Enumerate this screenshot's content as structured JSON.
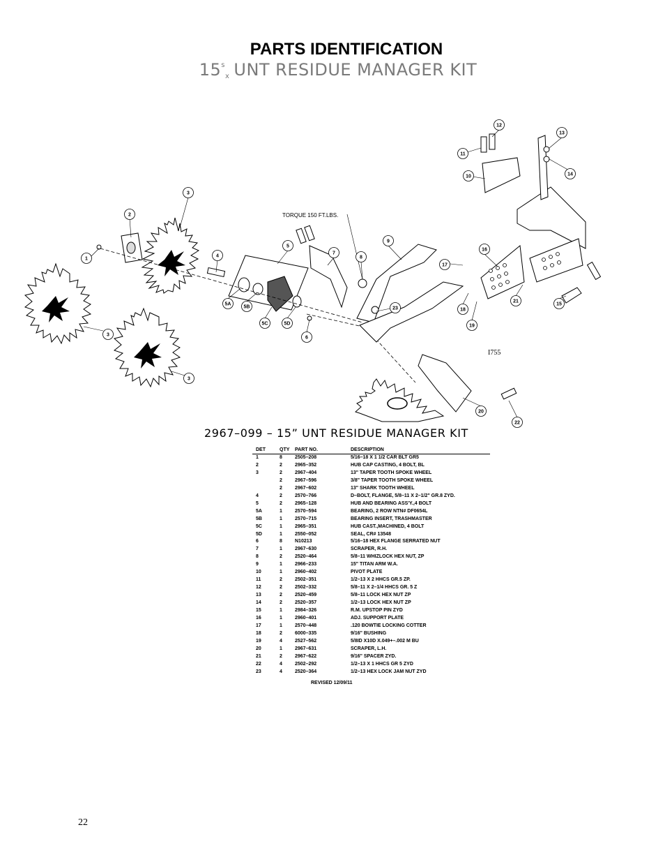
{
  "header": {
    "title": "PARTS IDENTIFICATION",
    "subtitle_main": "15",
    "subtitle_sup": "s",
    "subtitle_sub": "x",
    "subtitle_rest": "UNT RESIDUE MANAGER KIT"
  },
  "diagram": {
    "torque_note": "TORQUE 150 FT.LBS.",
    "drawing_id": "I755",
    "callouts": [
      "1",
      "2",
      "3",
      "3",
      "3",
      "4",
      "5",
      "5A",
      "5B",
      "5C",
      "5D",
      "6",
      "7",
      "8",
      "9",
      "10",
      "11",
      "12",
      "13",
      "14",
      "15",
      "16",
      "17",
      "18",
      "19",
      "20",
      "21",
      "22",
      "23"
    ]
  },
  "kit_title": "2967–099 – 15” UNT RESIDUE MANAGER KIT",
  "table": {
    "headers": [
      "DET",
      "QTY",
      "PART NO.",
      "DESCRIPTION"
    ],
    "rows": [
      [
        "1",
        "8",
        "2505–208",
        "5/16–18 X 1 1/2 CAR BLT GR5"
      ],
      [
        "2",
        "2",
        "2965–352",
        "HUB CAP CASTING, 4 BOLT, BL"
      ],
      [
        "3",
        "2",
        "2967–404",
        "13\" TAPER TOOTH SPOKE WHEEL"
      ],
      [
        "",
        "2",
        "2967–596",
        "3/8\" TAPER TOOTH SPOKE WHEEL"
      ],
      [
        "",
        "2",
        "2967–602",
        "13\" SHARK TOOTH WHEEL"
      ],
      [
        "4",
        "2",
        "2570–766",
        "D–BOLT, FLANGE, 5/8–11 X 2–1/2\" GR.8 ZYD."
      ],
      [
        "5",
        "2",
        "2965–128",
        "HUB AND BEARING ASS'Y.,4 BOLT"
      ],
      [
        "5A",
        "1",
        "2570–594",
        "BEARING, 2 ROW NTN# DF0654L"
      ],
      [
        "5B",
        "1",
        "2570–715",
        "BEARING INSERT, TRASHMASTER"
      ],
      [
        "5C",
        "1",
        "2965–351",
        "HUB CAST.,MACHINED, 4 BOLT"
      ],
      [
        "5D",
        "1",
        "2550–052",
        "SEAL, CR# 13548"
      ],
      [
        "6",
        "8",
        "N10213",
        "5/16–18 HEX FLANGE SERRATED NUT"
      ],
      [
        "7",
        "1",
        "2967–630",
        "SCRAPER, R.H."
      ],
      [
        "8",
        "2",
        "2520–464",
        "5/8–11 WHIZLOCK HEX NUT, ZP"
      ],
      [
        "9",
        "1",
        "2966–233",
        "15\" TITAN ARM W.A."
      ],
      [
        "10",
        "1",
        "2960–402",
        "PIVOT PLATE"
      ],
      [
        "11",
        "2",
        "2502–351",
        "1/2–13 X 2 HHCS GR.5 ZP."
      ],
      [
        "12",
        "2",
        "2502–332",
        "5/8–11 X 2–1/4 HHCS GR. 5 Z"
      ],
      [
        "13",
        "2",
        "2520–459",
        "5/8–11 LOCK HEX NUT  ZP"
      ],
      [
        "14",
        "2",
        "2520–357",
        "1/2–13 LOCK HEX NUT ZP"
      ],
      [
        "15",
        "1",
        "2984–326",
        "R.M. UPSTOP PIN ZYD"
      ],
      [
        "16",
        "1",
        "2960–401",
        "ADJ. SUPPORT PLATE"
      ],
      [
        "17",
        "1",
        "2570–448",
        ".120 BOWTIE LOCKING COTTER"
      ],
      [
        "18",
        "2",
        "6000–335",
        "9/16\" BUSHING"
      ],
      [
        "19",
        "4",
        "2527–562",
        "5/8ID X10D X.049+–.002 M BU"
      ],
      [
        "20",
        "1",
        "2967–631",
        "SCRAPER, L.H."
      ],
      [
        "21",
        "2",
        "2967–622",
        "9/16\" SPACER ZYD."
      ],
      [
        "22",
        "4",
        "2502–292",
        "1/2–13 X 1 HHCS GR 5 ZYD"
      ],
      [
        "23",
        "4",
        "2520–364",
        "1/2–13 HEX LOCK JAM NUT ZYD"
      ]
    ]
  },
  "revised": "REVISED 12/09/11",
  "page_number": "22"
}
